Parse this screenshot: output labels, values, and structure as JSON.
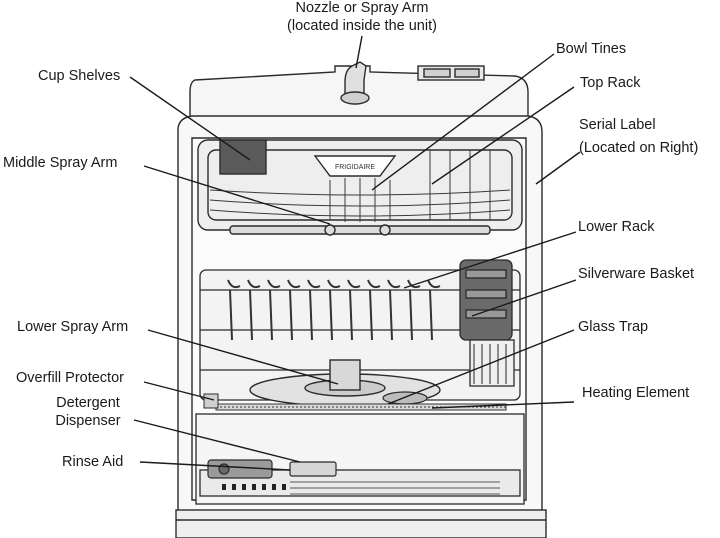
{
  "diagram": {
    "labels": {
      "nozzle_line1": "Nozzle or Spray Arm",
      "nozzle_line2": "(located inside the unit)",
      "bowl_tines": "Bowl Tines",
      "top_rack": "Top Rack",
      "cup_shelves": "Cup Shelves",
      "serial_line1": "Serial Label",
      "serial_line2": "(Located on Right)",
      "middle_spray_arm": "Middle Spray Arm",
      "lower_rack": "Lower Rack",
      "silverware_basket": "Silverware Basket",
      "lower_spray_arm": "Lower Spray Arm",
      "glass_trap": "Glass Trap",
      "overfill_protector": "Overfill Protector",
      "heating_element": "Heating Element",
      "detergent_line1": "Detergent",
      "detergent_line2": "Dispenser",
      "rinse_aid": "Rinse Aid"
    },
    "brand_badge": "FRIGIDAIRE",
    "colors": {
      "line": "#2b2b2b",
      "fill": "#f2f2f2",
      "text": "#1a1a1a"
    }
  }
}
